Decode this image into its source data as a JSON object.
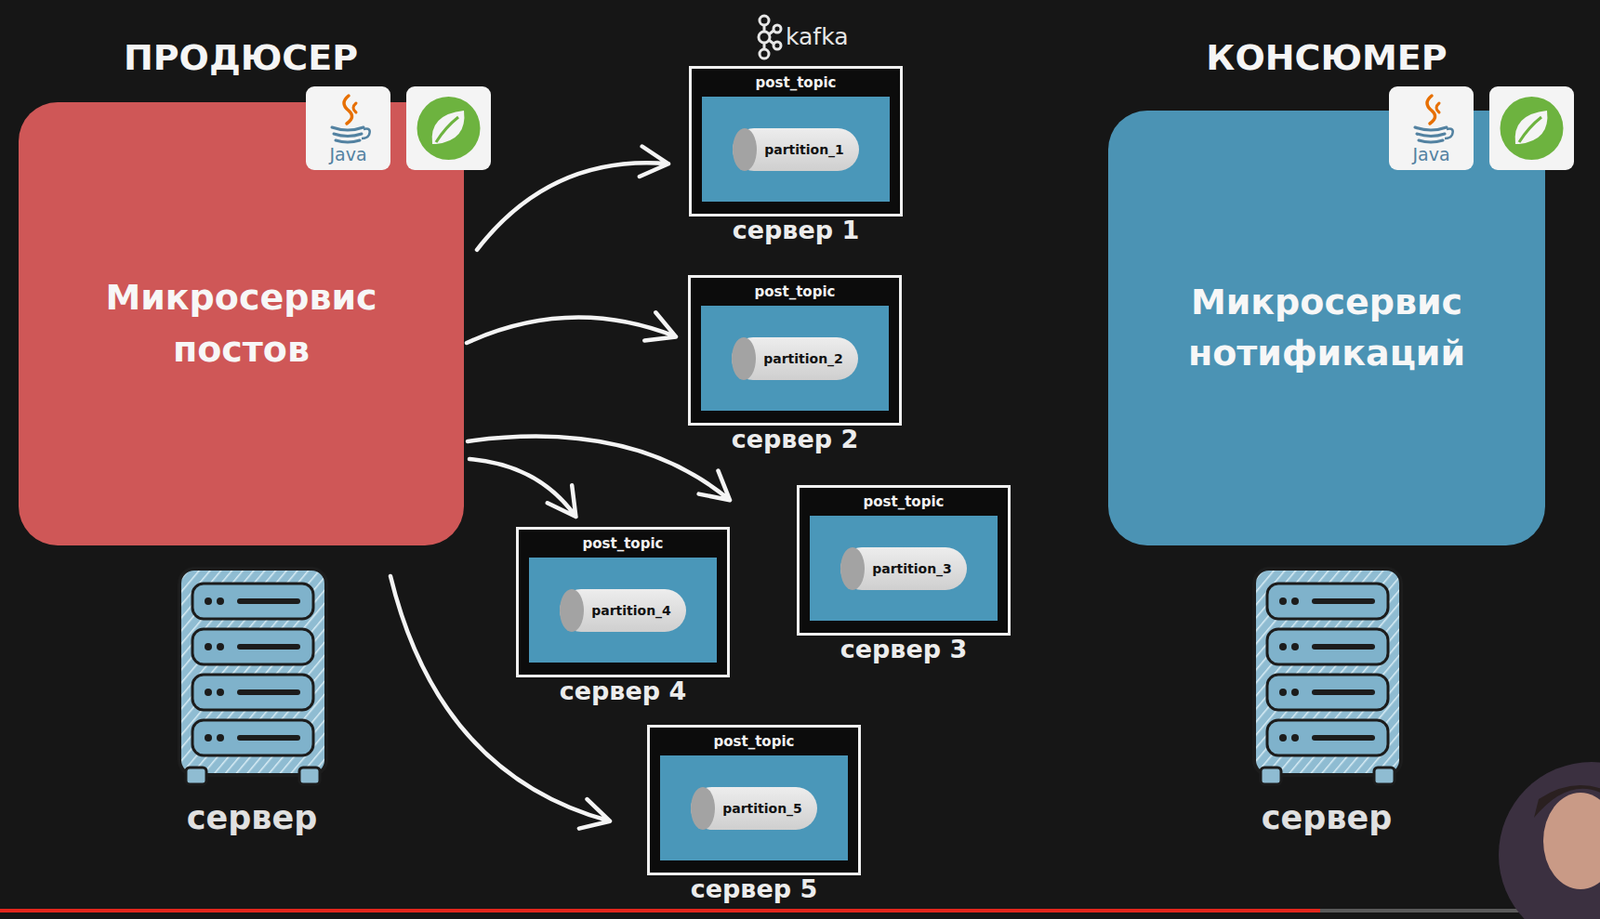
{
  "diagram": {
    "nodes": [
      {
        "text": [
          "Микросервис постов"
        ]
      },
      {
        "text": [
          "Микросервис нотификаций"
        ]
      },
      {
        "text": [
          "post_topic",
          "сервер 1"
        ]
      },
      {
        "text": [
          "partition_1"
        ],
        "in": 2
      },
      {
        "text": [
          "post_topic",
          "сервер 2"
        ]
      },
      {
        "text": [
          "partition_2"
        ],
        "in": 4
      },
      {
        "text": [
          "post_topic",
          "сервер 3"
        ]
      },
      {
        "text": [
          "partition_3"
        ],
        "in": 6
      },
      {
        "text": [
          "post_topic",
          "сервер 4"
        ]
      },
      {
        "text": [
          "partition_4"
        ],
        "in": 8
      },
      {
        "text": [
          "post_topic",
          "сервер 5"
        ]
      },
      {
        "text": [
          "partition_5"
        ],
        "in": 10
      }
    ],
    "edges": [
      {
        "from": 0,
        "to": 2,
        "arrow": "to"
      },
      {
        "from": 0,
        "to": 4,
        "arrow": "to"
      },
      {
        "from": 0,
        "to": 6,
        "arrow": "to"
      },
      {
        "from": 0,
        "to": 8,
        "arrow": "to"
      },
      {
        "from": 0,
        "to": 10,
        "arrow": "to"
      }
    ],
    "labels": [
      "ПРОДЮСЕР",
      "kafka",
      "КОНСЮМЕР",
      "Java",
      "Java",
      "сервер",
      "сервер"
    ]
  }
}
